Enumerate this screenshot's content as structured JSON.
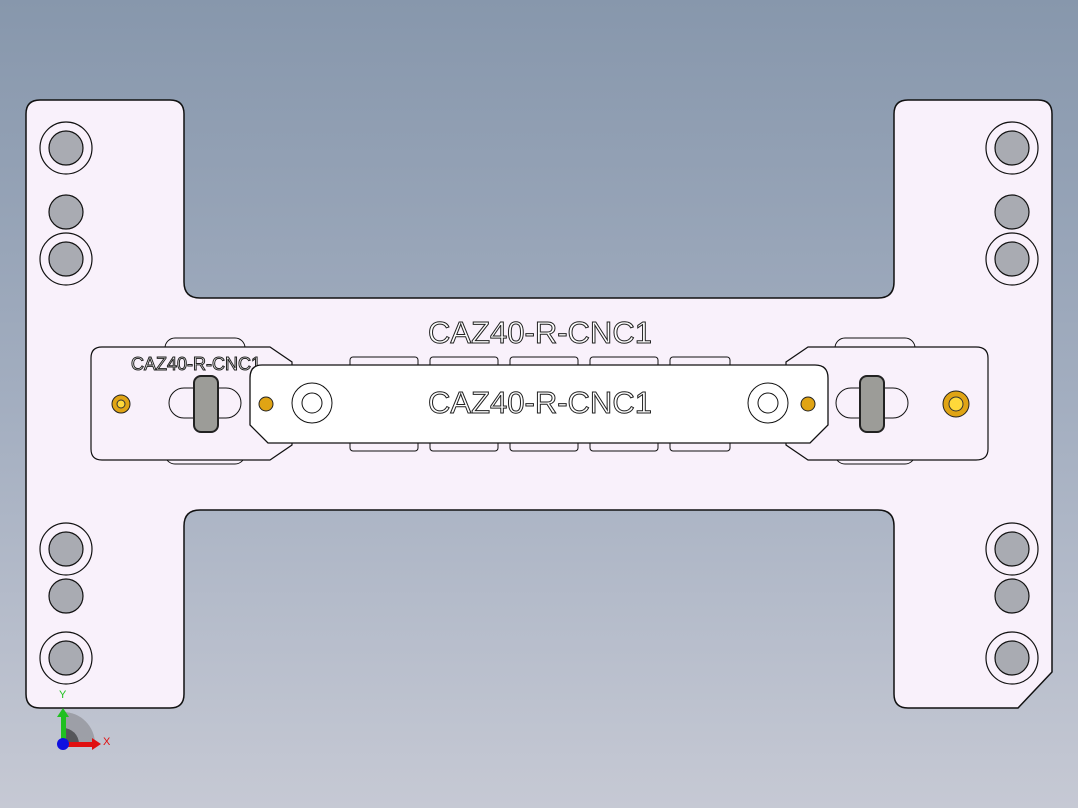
{
  "model": {
    "plate_label": "CAZ40-R-CNC1",
    "bar_label": "CAZ40-R-CNC1",
    "clamp_label": "CAZ40-R-CNC1"
  },
  "triad": {
    "x_label": "X",
    "y_label": "Y"
  },
  "colors": {
    "plate": "#f9f1fb",
    "pin": "#e0a414",
    "x_axis": "#e01010",
    "y_axis": "#20c020",
    "z_axis": "#1010e0"
  }
}
